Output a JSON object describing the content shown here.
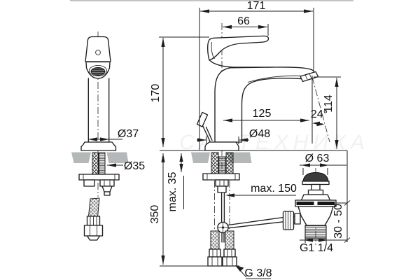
{
  "drawing": {
    "product": "single-lever basin mixer with pop-up waste",
    "views": [
      "front view",
      "side view with supply hoses and waste valve"
    ]
  },
  "dims": {
    "overall_width": "171",
    "lever_length": "66",
    "height_above_deck": "170",
    "spout_reach": "125",
    "stream_angle": "24°",
    "outlet_height": "114",
    "body_diameter": "Ø37",
    "base_diameter": "Ø48",
    "mount_hole_diameter": "Ø35",
    "max_deck_thickness": "max. 35",
    "max_rod_length": "max. 150",
    "hose_length": "350",
    "waste_plug_diameter": "Ø 63",
    "waste_clamping_range": "30 - 50",
    "waste_outlet_thread": "G1 1/4",
    "hose_thread": "G 3/8"
  },
  "watermark": "САНТЕХНИКА",
  "colors": {
    "line": "#1d1d1d",
    "deck_gray": "#b4b8b8",
    "background": "#ffffff"
  }
}
